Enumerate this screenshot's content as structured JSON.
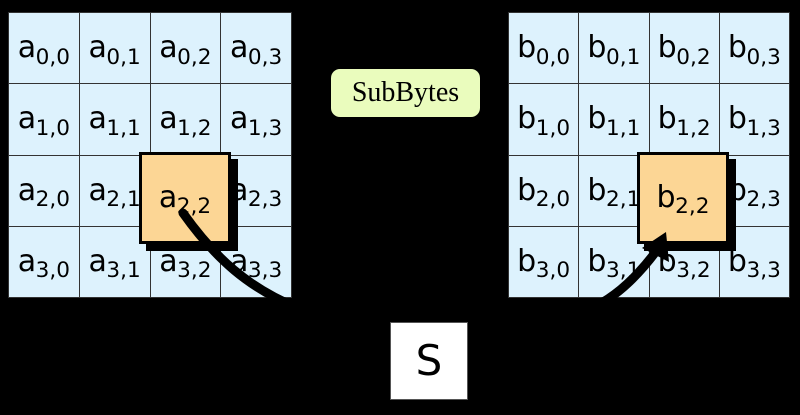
{
  "diagram": {
    "title": "SubBytes",
    "operation_label": "SubBytes",
    "sbox_label": "S",
    "background_color": "#000000",
    "cell_color": "#ddf2fd",
    "highlight_color": "#fcd695",
    "operation_box_color": "#eafcbd",
    "sbox_color": "#ffffff",
    "gridline_color": "#333333",
    "arrow_color": "#000000"
  },
  "input_state": {
    "name": "a",
    "rows": [
      [
        {
          "base": "a",
          "sub": "0,0",
          "highlighted": false
        },
        {
          "base": "a",
          "sub": "0,1",
          "highlighted": false
        },
        {
          "base": "a",
          "sub": "0,2",
          "highlighted": false
        },
        {
          "base": "a",
          "sub": "0,3",
          "highlighted": false
        }
      ],
      [
        {
          "base": "a",
          "sub": "1,0",
          "highlighted": false
        },
        {
          "base": "a",
          "sub": "1,1",
          "highlighted": false
        },
        {
          "base": "a",
          "sub": "1,2",
          "highlighted": false
        },
        {
          "base": "a",
          "sub": "1,3",
          "highlighted": false
        }
      ],
      [
        {
          "base": "a",
          "sub": "2,0",
          "highlighted": false
        },
        {
          "base": "a",
          "sub": "2,1",
          "highlighted": false
        },
        {
          "base": "a",
          "sub": "2,2",
          "highlighted": true
        },
        {
          "base": "a",
          "sub": "2,3",
          "highlighted": false
        }
      ],
      [
        {
          "base": "a",
          "sub": "3,0",
          "highlighted": false
        },
        {
          "base": "a",
          "sub": "3,1",
          "highlighted": false
        },
        {
          "base": "a",
          "sub": "3,2",
          "highlighted": false
        },
        {
          "base": "a",
          "sub": "3,3",
          "highlighted": false
        }
      ]
    ],
    "highlighted_cell": {
      "base": "a",
      "sub": "2,2"
    }
  },
  "output_state": {
    "name": "b",
    "rows": [
      [
        {
          "base": "b",
          "sub": "0,0",
          "highlighted": false
        },
        {
          "base": "b",
          "sub": "0,1",
          "highlighted": false
        },
        {
          "base": "b",
          "sub": "0,2",
          "highlighted": false
        },
        {
          "base": "b",
          "sub": "0,3",
          "highlighted": false
        }
      ],
      [
        {
          "base": "b",
          "sub": "1,0",
          "highlighted": false
        },
        {
          "base": "b",
          "sub": "1,1",
          "highlighted": false
        },
        {
          "base": "b",
          "sub": "1,2",
          "highlighted": false
        },
        {
          "base": "b",
          "sub": "1,3",
          "highlighted": false
        }
      ],
      [
        {
          "base": "b",
          "sub": "2,0",
          "highlighted": false
        },
        {
          "base": "b",
          "sub": "2,1",
          "highlighted": false
        },
        {
          "base": "b",
          "sub": "2,2",
          "highlighted": true
        },
        {
          "base": "b",
          "sub": "2,3",
          "highlighted": false
        }
      ],
      [
        {
          "base": "b",
          "sub": "3,0",
          "highlighted": false
        },
        {
          "base": "b",
          "sub": "3,1",
          "highlighted": false
        },
        {
          "base": "b",
          "sub": "3,2",
          "highlighted": false
        },
        {
          "base": "b",
          "sub": "3,3",
          "highlighted": false
        }
      ]
    ],
    "highlighted_cell": {
      "base": "b",
      "sub": "2,2"
    }
  },
  "flow": {
    "from_label": "a2,2",
    "through_label": "S",
    "to_label": "b2,2"
  }
}
